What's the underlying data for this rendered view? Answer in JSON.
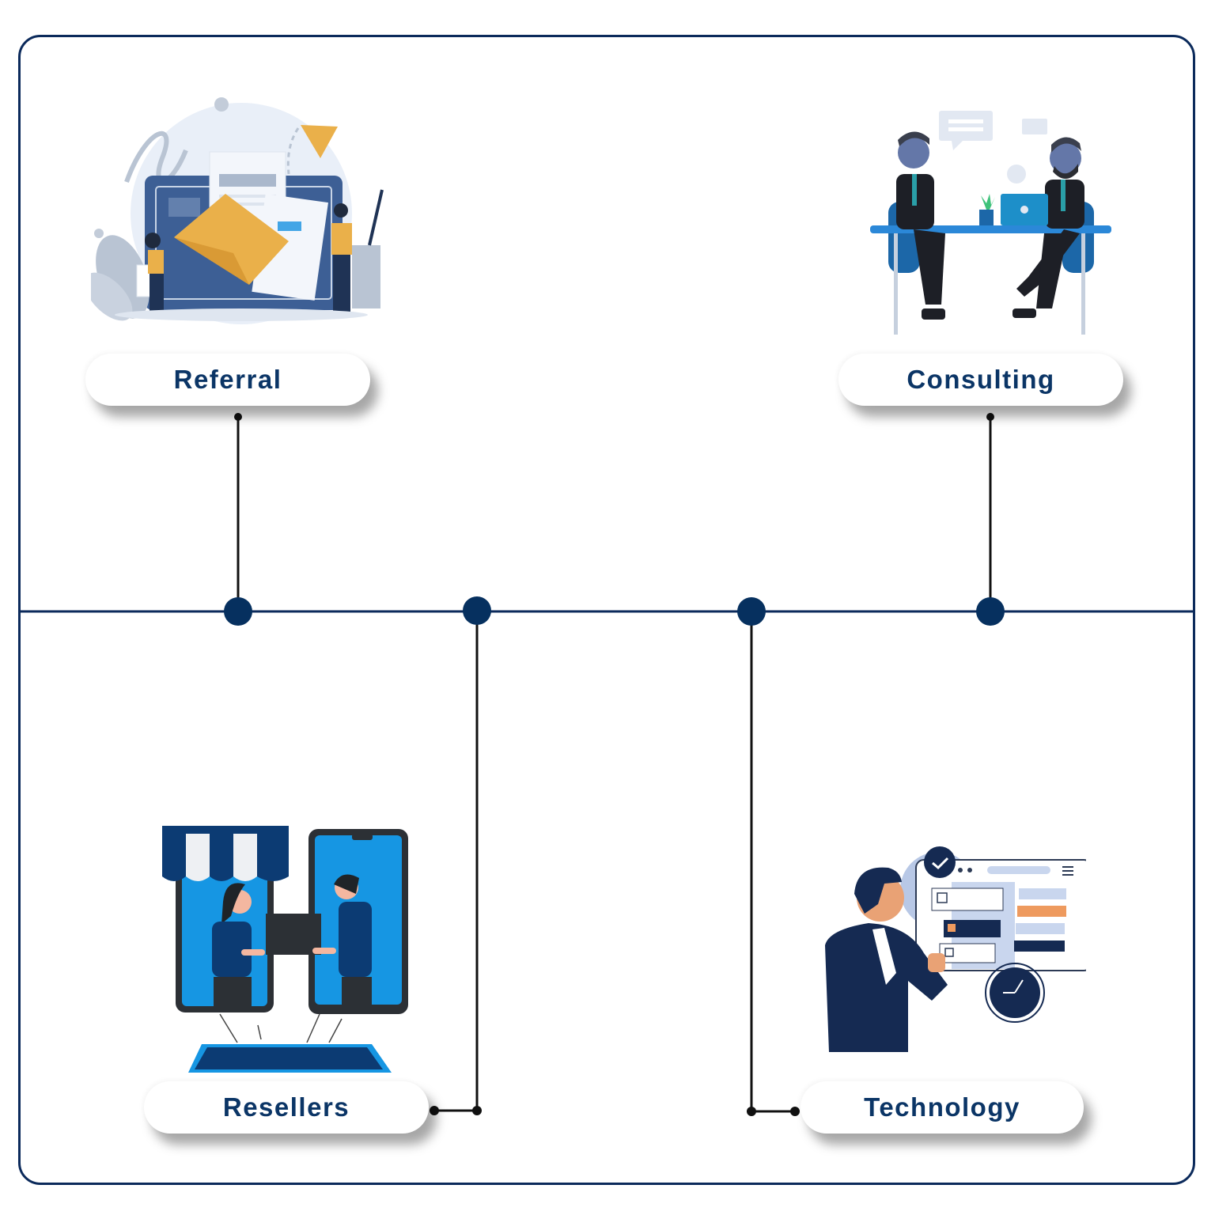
{
  "diagram": {
    "title": "",
    "colors": {
      "frame": "#0b2a5b",
      "timeline": "#0b2a5b",
      "node": "#06305f",
      "connector": "#111111",
      "label_text": "#0b3566"
    },
    "nodes": [
      {
        "id": "referral",
        "label": "Referral",
        "position": "top-left",
        "icon": "email-marketing-illustration"
      },
      {
        "id": "consulting",
        "label": "Consulting",
        "position": "top-right",
        "icon": "business-meeting-illustration"
      },
      {
        "id": "resellers",
        "label": "Resellers",
        "position": "bottom-left",
        "icon": "online-store-handoff-illustration"
      },
      {
        "id": "technology",
        "label": "Technology",
        "position": "bottom-right",
        "icon": "task-dashboard-illustration"
      }
    ]
  }
}
